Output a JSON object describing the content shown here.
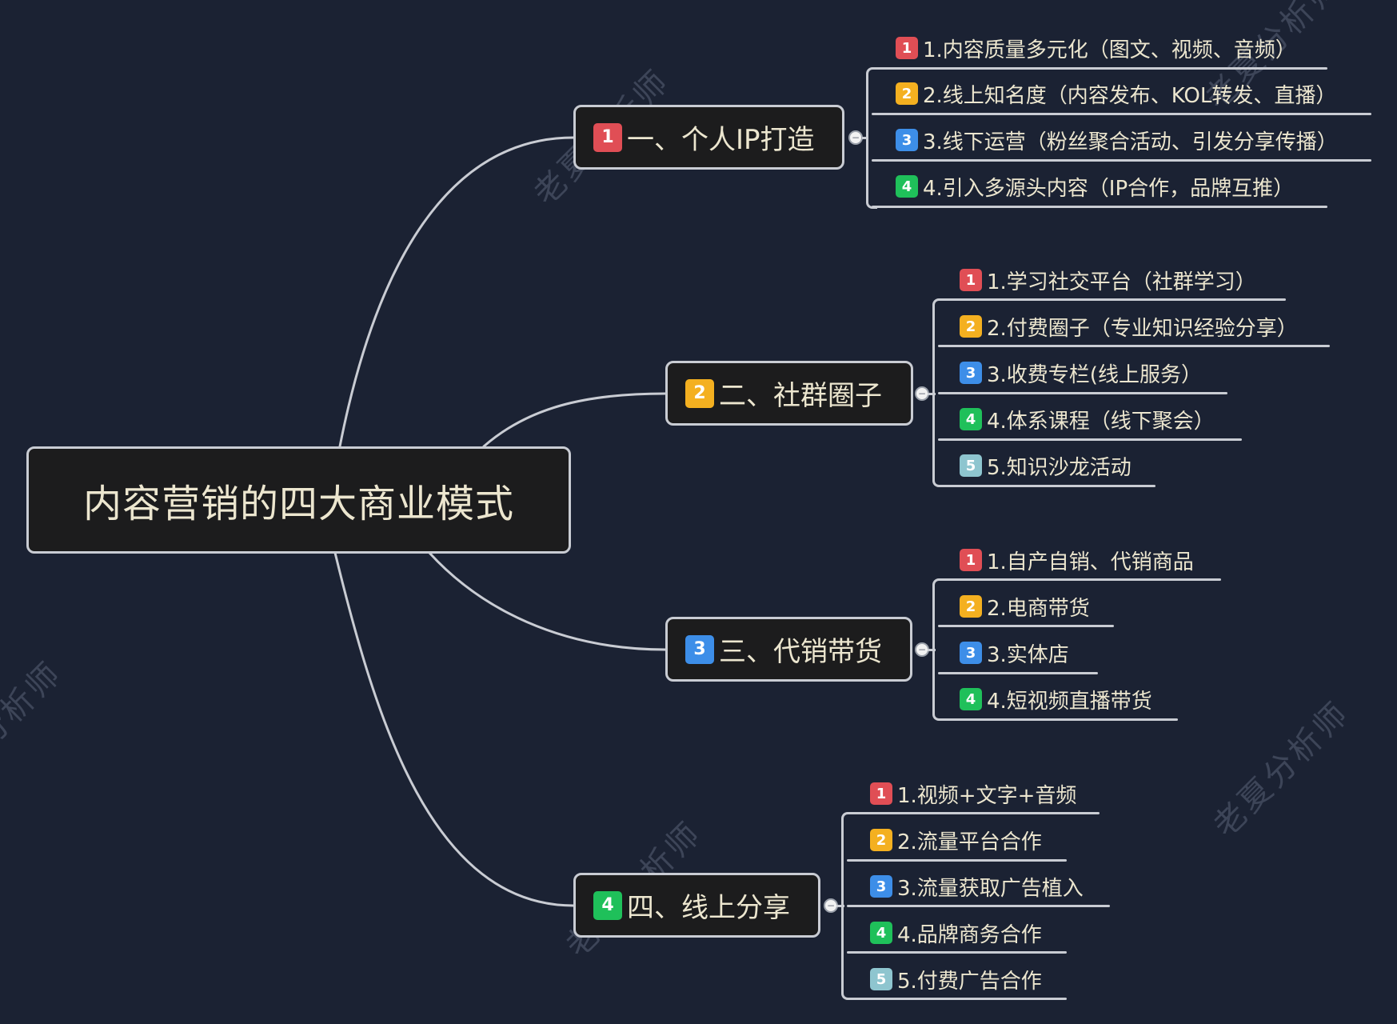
{
  "colors": {
    "background": "#1b2233",
    "node_fill": "#1c1c1d",
    "line": "#c9ccd3",
    "text": "#ece6cf",
    "badge_1": "#e04e55",
    "badge_2": "#f4b020",
    "badge_3": "#3d8ee8",
    "badge_4": "#1fc05a",
    "badge_5": "#8ec5cf"
  },
  "watermark": "老夏分析师",
  "root": {
    "title": "内容营销的四大商业模式"
  },
  "toggle_icon": "−",
  "branches": [
    {
      "badge": "1",
      "label": "一、个人IP打造",
      "children": [
        {
          "badge": "1",
          "label": "1.内容质量多元化（图文、视频、音频）"
        },
        {
          "badge": "2",
          "label": "2.线上知名度（内容发布、KOL转发、直播）"
        },
        {
          "badge": "3",
          "label": "3.线下运营（粉丝聚合活动、引发分享传播）"
        },
        {
          "badge": "4",
          "label": "4.引入多源头内容（IP合作，品牌互推）"
        }
      ]
    },
    {
      "badge": "2",
      "label": "二、社群圈子",
      "children": [
        {
          "badge": "1",
          "label": "1.学习社交平台（社群学习）"
        },
        {
          "badge": "2",
          "label": "2.付费圈子（专业知识经验分享）"
        },
        {
          "badge": "3",
          "label": "3.收费专栏(线上服务）"
        },
        {
          "badge": "4",
          "label": "4.体系课程（线下聚会）"
        },
        {
          "badge": "5",
          "label": "5.知识沙龙活动"
        }
      ]
    },
    {
      "badge": "3",
      "label": "三、代销带货",
      "children": [
        {
          "badge": "1",
          "label": "1.自产自销、代销商品"
        },
        {
          "badge": "2",
          "label": "2.电商带货"
        },
        {
          "badge": "3",
          "label": "3.实体店"
        },
        {
          "badge": "4",
          "label": "4.短视频直播带货"
        }
      ]
    },
    {
      "badge": "4",
      "label": "四、线上分享",
      "children": [
        {
          "badge": "1",
          "label": "1.视频+文字+音频"
        },
        {
          "badge": "2",
          "label": "2.流量平台合作"
        },
        {
          "badge": "3",
          "label": "3.流量获取广告植入"
        },
        {
          "badge": "4",
          "label": "4.品牌商务合作"
        },
        {
          "badge": "5",
          "label": "5.付费广告合作"
        }
      ]
    }
  ]
}
